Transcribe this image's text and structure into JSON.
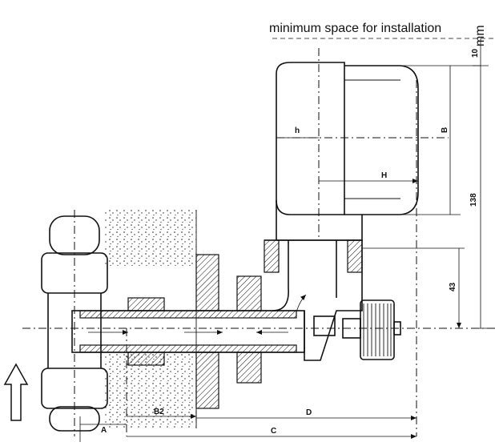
{
  "caption": "minimum space for installation",
  "unit": "mm",
  "dimensions": {
    "clearance": "10",
    "total_height": "138",
    "axis_height": "43",
    "B": "B",
    "h": "h",
    "H": "H",
    "A": "A",
    "B2": "B2",
    "C": "C",
    "D": "D"
  },
  "colors": {
    "line": "#111111",
    "background": "#ffffff"
  },
  "icons": {
    "flow_arrow": "up-arrow-outline"
  }
}
